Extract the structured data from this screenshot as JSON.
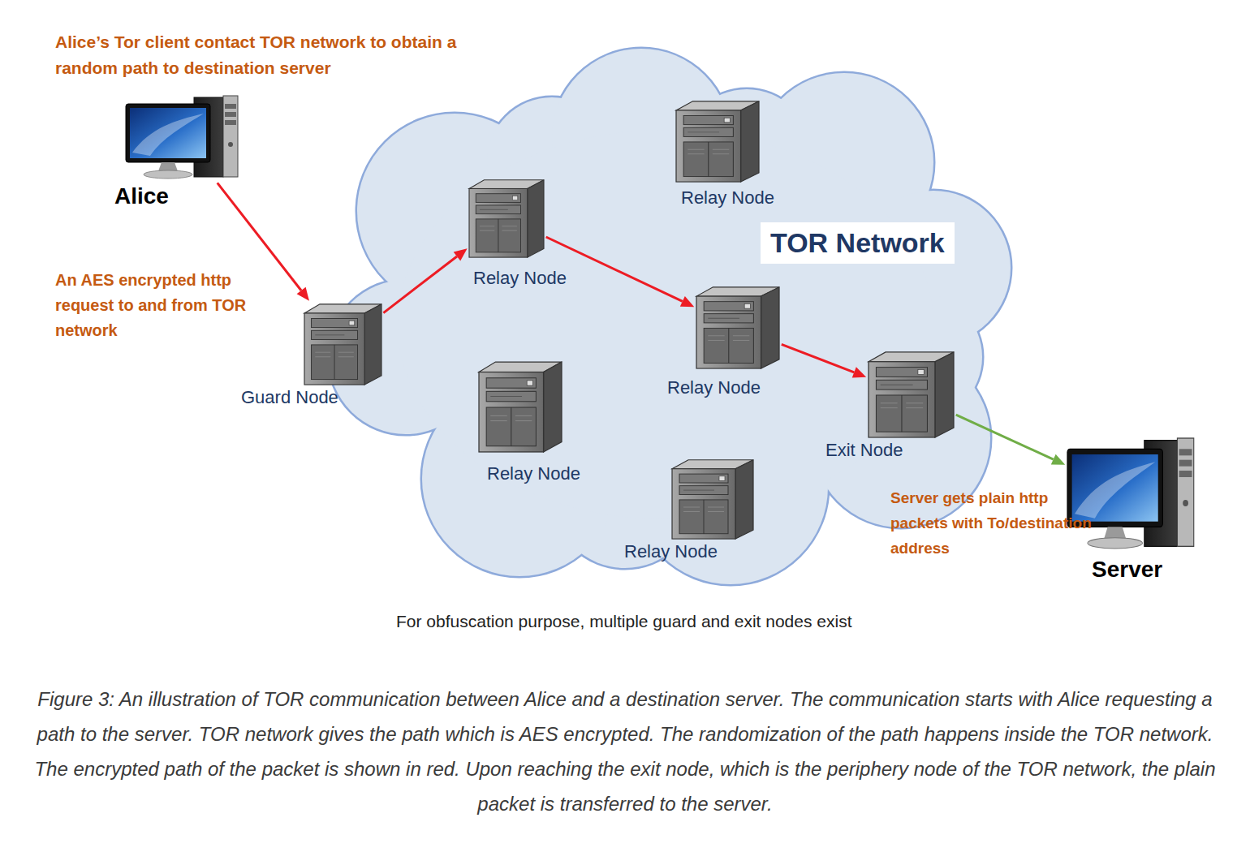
{
  "diagram": {
    "caption": "Figure 3: An illustration of TOR communication between Alice and a destination server. The communication starts with Alice requesting a path to the server. TOR network gives the path which is AES encrypted. The randomization of the path happens inside the TOR network. The encrypted path of the packet is shown in red. Upon reaching the exit node, which is the periphery node of the TOR network, the plain packet is transferred to the server.",
    "nodes": [
      {
        "text": [
          "Alice"
        ]
      },
      {
        "text": [
          "TOR Network"
        ]
      },
      {
        "text": [
          "Guard Node"
        ],
        "in": 1
      },
      {
        "text": [
          "Relay Node"
        ],
        "in": 1
      },
      {
        "text": [
          "Relay Node"
        ],
        "in": 1
      },
      {
        "text": [
          "Relay Node"
        ],
        "in": 1
      },
      {
        "text": [
          "Relay Node"
        ],
        "in": 1
      },
      {
        "text": [
          "Relay Node"
        ],
        "in": 1
      },
      {
        "text": [
          "Exit Node"
        ],
        "in": 1
      },
      {
        "text": [
          "Server"
        ]
      }
    ],
    "edges": [
      {
        "from": 0,
        "to": 2,
        "arrow": "to"
      },
      {
        "from": 2,
        "to": 3,
        "arrow": "to"
      },
      {
        "from": 3,
        "to": 5,
        "arrow": "to"
      },
      {
        "from": 5,
        "to": 8,
        "arrow": "to"
      },
      {
        "from": 8,
        "to": 9,
        "arrow": "to"
      }
    ],
    "labels": [
      "Alice’s Tor client contact TOR network to obtain a random path to destination server",
      "An AES encrypted http request to and from TOR network",
      "Server gets plain http packets with To/destination address",
      "For obfuscation purpose, multiple guard and exit nodes exist"
    ]
  }
}
